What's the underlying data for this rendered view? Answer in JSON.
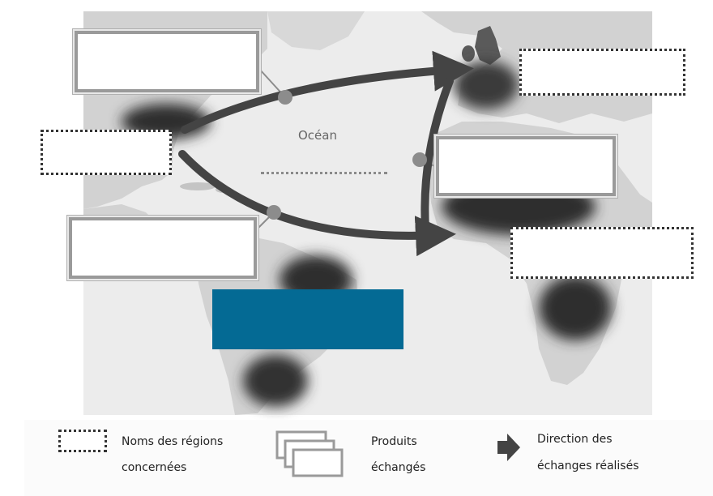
{
  "map": {
    "ocean_label": "Océan",
    "colors": {
      "land": "#d2d2d2",
      "sea": "#ececec",
      "dark_region": "#2e2e2e",
      "arrow": "#444444",
      "node": "#8c8c8c",
      "highlight_box": "#046a94"
    }
  },
  "legend": {
    "regions_label": "Noms des régions concernées",
    "regions_line1": "Noms des régions",
    "regions_line2": "concernées",
    "products_line1": "Produits",
    "products_line2": "échangés",
    "direction_line1": "Direction des",
    "direction_line2": "échanges réalisés",
    "icons": [
      "dotted-box-icon",
      "stacked-boxes-icon",
      "arrow-right-icon"
    ]
  }
}
